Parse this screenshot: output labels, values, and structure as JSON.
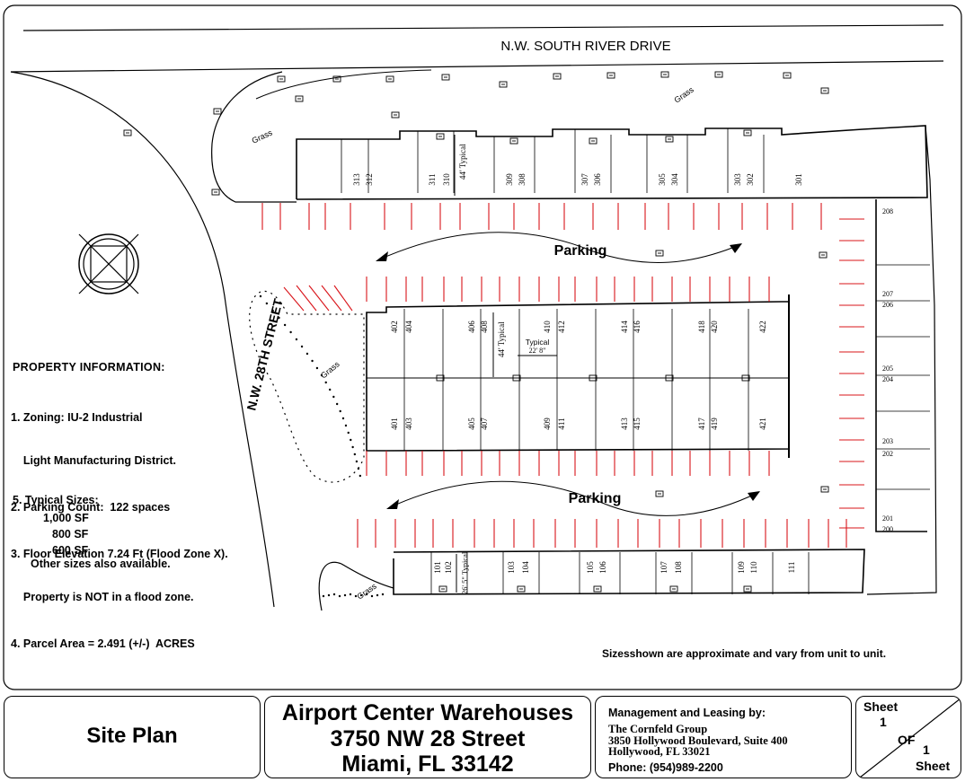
{
  "plan": {
    "street_top": "N.W. SOUTH RIVER DRIVE",
    "street_side": "N.W. 28TH STREET",
    "parking_labels": [
      "Parking",
      "Parking"
    ],
    "grass_labels": [
      "Grass",
      "Grass",
      "Grass",
      "Grass"
    ],
    "depth_top": "44' Typical",
    "depth_mid": "44' Typical",
    "depth_bottom": "26' 5\" Typical",
    "typical_label": "Typical",
    "typical_width": "22' 8\"",
    "units_top_row": [
      "313",
      "312",
      "311",
      "310",
      "309",
      "308",
      "307",
      "306",
      "305",
      "304",
      "303",
      "302",
      "301"
    ],
    "units_mid_top": [
      "402",
      "404",
      "406",
      "408",
      "410",
      "412",
      "414",
      "416",
      "418",
      "420",
      "422"
    ],
    "units_mid_bottom": [
      "401",
      "403",
      "405",
      "407",
      "409",
      "411",
      "413",
      "415",
      "417",
      "419",
      "421"
    ],
    "units_bottom_row": [
      "101",
      "102",
      "103",
      "104",
      "105",
      "106",
      "107",
      "108",
      "109",
      "110",
      "111"
    ],
    "units_right": [
      "208",
      "207",
      "206",
      "205",
      "204",
      "203",
      "202",
      "201",
      "200"
    ],
    "note": "Sizesshown are approximate and vary from unit to unit."
  },
  "property": {
    "title": "PROPERTY INFORMATION:",
    "lines": [
      "1. Zoning: IU-2 Industrial",
      "    Light Manufacturing District.",
      "2. Parking Count:  122 spaces",
      "3. Floor Elevation 7.24 Ft (Flood Zone X).",
      "    Property is NOT in a flood zone.",
      "4. Parcel Area = 2.491 (+/-)  ACRES"
    ],
    "sizes_title": "5. Typical Sizes:",
    "sizes": [
      "1,000 SF",
      "800 SF",
      "600 SF"
    ],
    "sizes_note": "Other sizes also available."
  },
  "title_block": {
    "drawing_title": "Site Plan",
    "project_lines": [
      "Airport Center Warehouses",
      "3750 NW 28 Street",
      "Miami, FL 33142"
    ],
    "mgmt_heading": "Management and Leasing by:",
    "mgmt_lines": [
      "The Cornfeld Group",
      "3850 Hollywood Boulevard, Suite 400",
      "Hollywood, FL 33021"
    ],
    "phone": "Phone: (954)989-2200",
    "sheet_label": "Sheet",
    "sheet_num": "1",
    "of_label": "OF",
    "sheet_total": "1",
    "sheet_label2": "Sheet"
  }
}
